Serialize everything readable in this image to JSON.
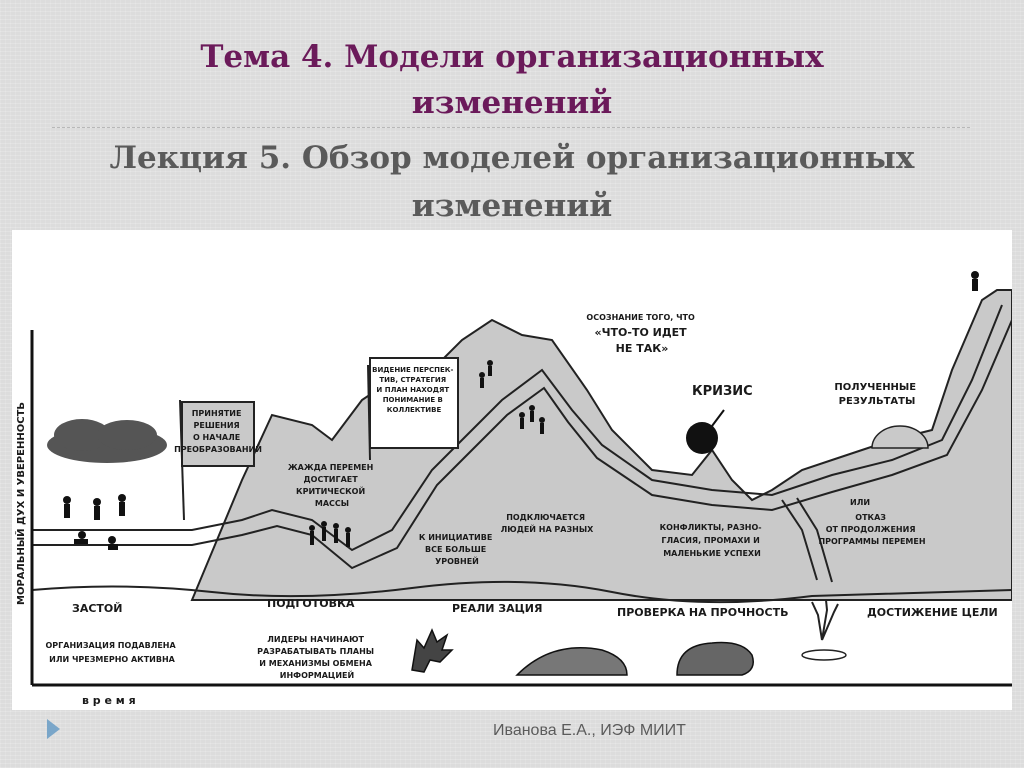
{
  "slide": {
    "title_line1": "Тема 4. Модели организационных",
    "title_line2": "изменений",
    "subtitle_line1": "Лекция 5. Обзор моделей организационных",
    "subtitle_line2": "изменений",
    "footer": "Иванова Е.А., ИЭФ МИИТ"
  },
  "diagram": {
    "y_axis_label": "МОРАЛЬНЫЙ ДУХ И УВЕРЕННОСТЬ",
    "x_axis_label": "в р е м я",
    "flag1": [
      "ПРИНЯТИЕ",
      "РЕШЕНИЯ",
      "О НАЧАЛЕ",
      "ПРЕОБРАЗОВАНИЙ"
    ],
    "flag2": [
      "ВИДЕНИЕ ПЕРСПЕК-",
      "ТИВ, СТРАТЕГИЯ",
      "И ПЛАН НАХОДЯТ",
      "ПОНИМАНИЕ В",
      "КОЛЛЕКТИВЕ"
    ],
    "critical_mass": [
      "ЖАЖДА ПЕРЕМЕН",
      "ДОСТИГАЕТ",
      "КРИТИЧЕСКОЙ",
      "МАССЫ"
    ],
    "initiative": [
      "К ИНИЦИАТИВЕ",
      "ВСЕ БОЛЬШЕ",
      "УРОВНЕЙ"
    ],
    "connecting": [
      "ПОДКЛЮЧАЕТСЯ",
      "ЛЮДЕЙ НА РАЗНЫХ"
    ],
    "awareness": [
      "ОСОЗНАНИЕ ТОГО, ЧТО",
      "«ЧТО-ТО ИДЕТ",
      "НЕ ТАК»"
    ],
    "crisis": "КРИЗИС",
    "results": [
      "ПОЛУЧЕННЫЕ",
      "РЕЗУЛЬТАТЫ"
    ],
    "conflicts": [
      "КОНФЛИКТЫ, РАЗНО-",
      "ГЛАСИЯ, ПРОМАХИ И",
      "МАЛЕНЬКИЕ УСПЕХИ"
    ],
    "or_label": "ИЛИ",
    "refusal": [
      "ОТКАЗ",
      "ОТ ПРОДОЛЖЕНИЯ",
      "ПРОГРАММЫ ПЕРЕМЕН"
    ],
    "stages": [
      "ЗАСТОЙ",
      "ПОДГОТОВКА",
      "РЕАЛИ ЗАЦИЯ",
      "ПРОВЕРКА НА ПРОЧНОСТЬ",
      "ДОСТИЖЕНИЕ ЦЕЛИ"
    ],
    "stagnation_note": [
      "ОРГАНИЗАЦИЯ ПОДАВЛЕНА",
      "ИЛИ ЧРЕЗМЕРНО АКТИВНА"
    ],
    "preparation_note": [
      "ЛИДЕРЫ НАЧИНАЮТ",
      "РАЗРАБАТЫВАТЬ ПЛАНЫ",
      "И МЕХАНИЗМЫ ОБМЕНА",
      "ИНФОРМАЦИЕЙ"
    ]
  }
}
